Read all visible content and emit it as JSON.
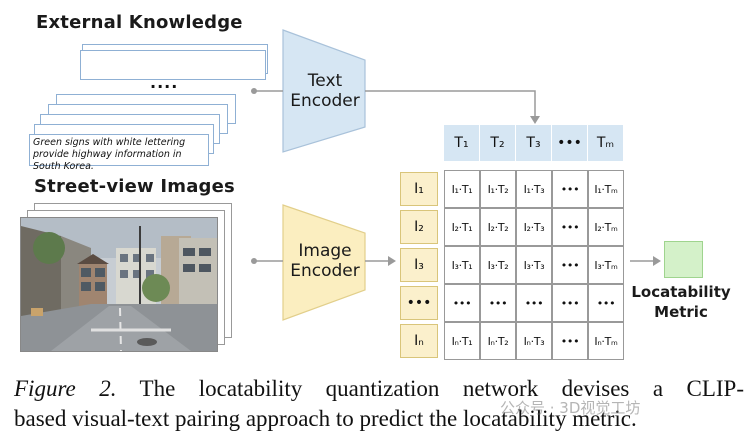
{
  "external_knowledge": {
    "title": "External Knowledge",
    "dots": "....",
    "sample_caption": "Green signs with white lettering provide highway information in South Korea."
  },
  "street_view": {
    "title": "Street-view Images"
  },
  "text_encoder": {
    "label": "Text Encoder"
  },
  "image_encoder": {
    "label": "Image Encoder"
  },
  "text_embeddings": [
    "T₁",
    "T₂",
    "T₃",
    "•••",
    "Tₘ"
  ],
  "image_embeddings": [
    "I₁",
    "I₂",
    "I₃",
    "•••",
    "Iₙ"
  ],
  "similarity_matrix": [
    [
      "I₁·T₁",
      "I₁·T₂",
      "I₁·T₃",
      "•••",
      "I₁·Tₘ"
    ],
    [
      "I₂·T₁",
      "I₂·T₂",
      "I₂·T₃",
      "•••",
      "I₂·Tₘ"
    ],
    [
      "I₃·T₁",
      "I₃·T₂",
      "I₃·T₃",
      "•••",
      "I₃·Tₘ"
    ],
    [
      "•••",
      "•••",
      "•••",
      "•••",
      "•••"
    ],
    [
      "Iₙ·T₁",
      "Iₙ·T₂",
      "Iₙ·T₃",
      "•••",
      "Iₙ·Tₘ"
    ]
  ],
  "metric": {
    "label_line1": "Locatability",
    "label_line2": "Metric"
  },
  "caption": {
    "label": "Figure 2.",
    "line1": "The locatability quantization network devises a CLIP-",
    "line2": "based visual-text pairing approach to predict the locatability metric."
  },
  "watermark": "公众号 · 3D视觉工坊",
  "colors": {
    "text_encoder": "#d6e6f3",
    "image_encoder": "#fbeec0",
    "metric": "#d4f1c9",
    "doc_border": "#8fb0d4",
    "arrow": "#9a9a9a"
  }
}
